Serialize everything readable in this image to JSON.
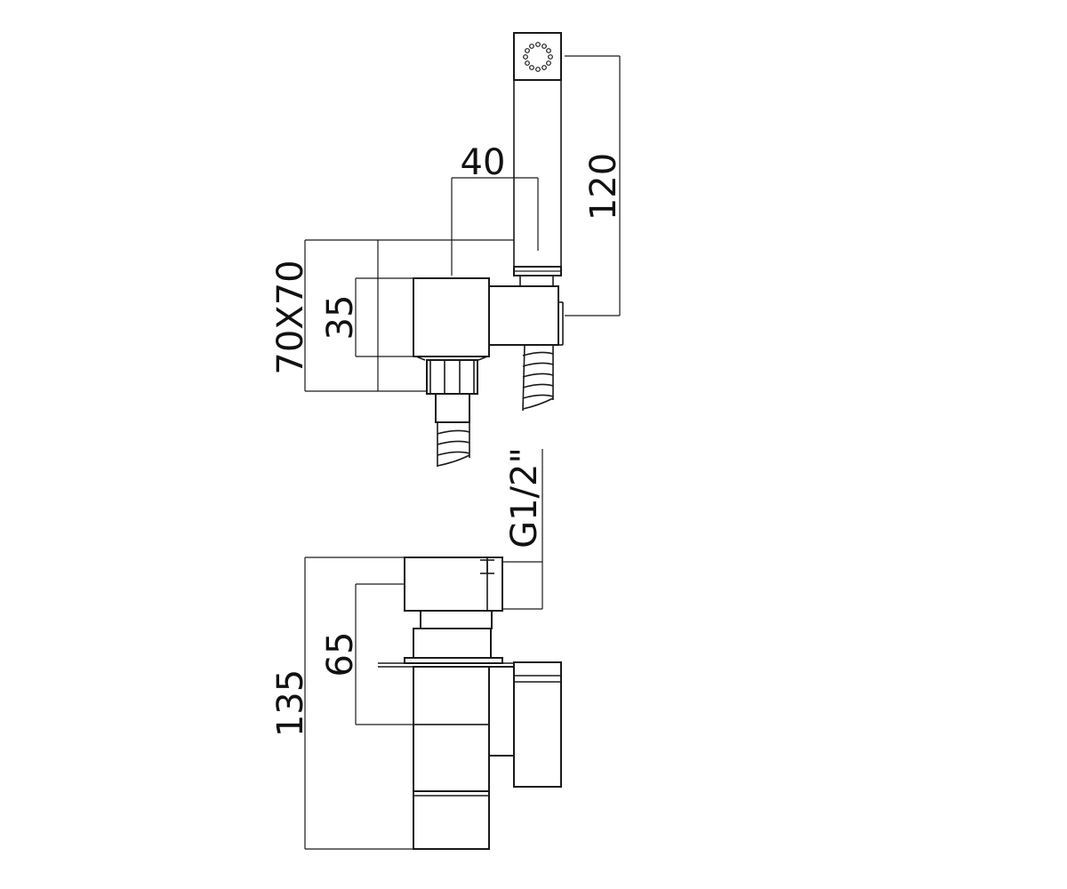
{
  "dimensions": {
    "width_40": "40",
    "height_120": "120",
    "size_70x70": "70X70",
    "width_35": "35",
    "thread_g12": "G1/2\"",
    "height_65": "65",
    "height_135": "135"
  },
  "colors": {
    "line": "#1a1a1a",
    "background": "#ffffff"
  }
}
